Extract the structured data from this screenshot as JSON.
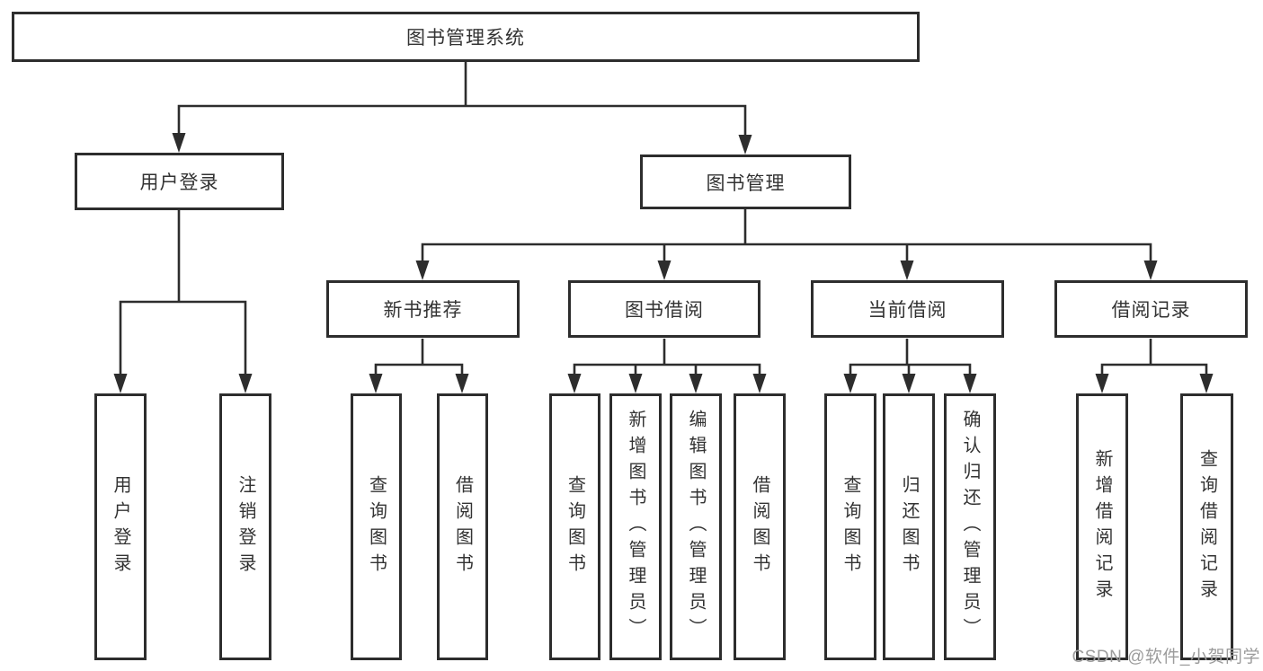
{
  "diagram": {
    "type": "hierarchy-tree",
    "title": "图书管理系统",
    "watermark": "CSDN @软件_小贺同学",
    "colors": {
      "line": "#2d2d2d",
      "box_border": "#2d2d2d",
      "box_fill": "#ffffff",
      "text": "#333333",
      "background": "#ffffff",
      "watermark_text": "#9c9c9c"
    },
    "nodes": {
      "root": {
        "label": "图书管理系统",
        "level": 0
      },
      "user_login": {
        "label": "用户登录",
        "level": 1,
        "parent": "root"
      },
      "book_mgmt": {
        "label": "图书管理",
        "level": 1,
        "parent": "root"
      },
      "new_book_rec": {
        "label": "新书推荐",
        "level": 2,
        "parent": "book_mgmt"
      },
      "book_borrow": {
        "label": "图书借阅",
        "level": 2,
        "parent": "book_mgmt"
      },
      "current_borrow": {
        "label": "当前借阅",
        "level": 2,
        "parent": "book_mgmt"
      },
      "borrow_record": {
        "label": "借阅记录",
        "level": 2,
        "parent": "book_mgmt"
      },
      "leaf_user_login": {
        "label": "用户登录",
        "level": 3,
        "parent": "user_login"
      },
      "leaf_logout": {
        "label": "注销登录",
        "level": 3,
        "parent": "user_login"
      },
      "leaf_query_book_rec": {
        "label": "查询图书",
        "level": 3,
        "parent": "new_book_rec"
      },
      "leaf_borrow_book_rec": {
        "label": "借阅图书",
        "level": 3,
        "parent": "new_book_rec"
      },
      "leaf_query_book_borrow": {
        "label": "查询图书",
        "level": 3,
        "parent": "book_borrow"
      },
      "leaf_add_book": {
        "label": "新增图书（管理员）",
        "level": 3,
        "parent": "book_borrow"
      },
      "leaf_edit_book": {
        "label": "编辑图书（管理员）",
        "level": 3,
        "parent": "book_borrow"
      },
      "leaf_borrow_book": {
        "label": "借阅图书",
        "level": 3,
        "parent": "book_borrow"
      },
      "leaf_query_book_current": {
        "label": "查询图书",
        "level": 3,
        "parent": "current_borrow"
      },
      "leaf_return_book": {
        "label": "归还图书",
        "level": 3,
        "parent": "current_borrow"
      },
      "leaf_confirm_return": {
        "label": "确认归还（管理员）",
        "level": 3,
        "parent": "current_borrow"
      },
      "leaf_add_record": {
        "label": "新增借阅记录",
        "level": 3,
        "parent": "borrow_record"
      },
      "leaf_query_record": {
        "label": "查询借阅记录",
        "level": 3,
        "parent": "borrow_record"
      }
    }
  }
}
